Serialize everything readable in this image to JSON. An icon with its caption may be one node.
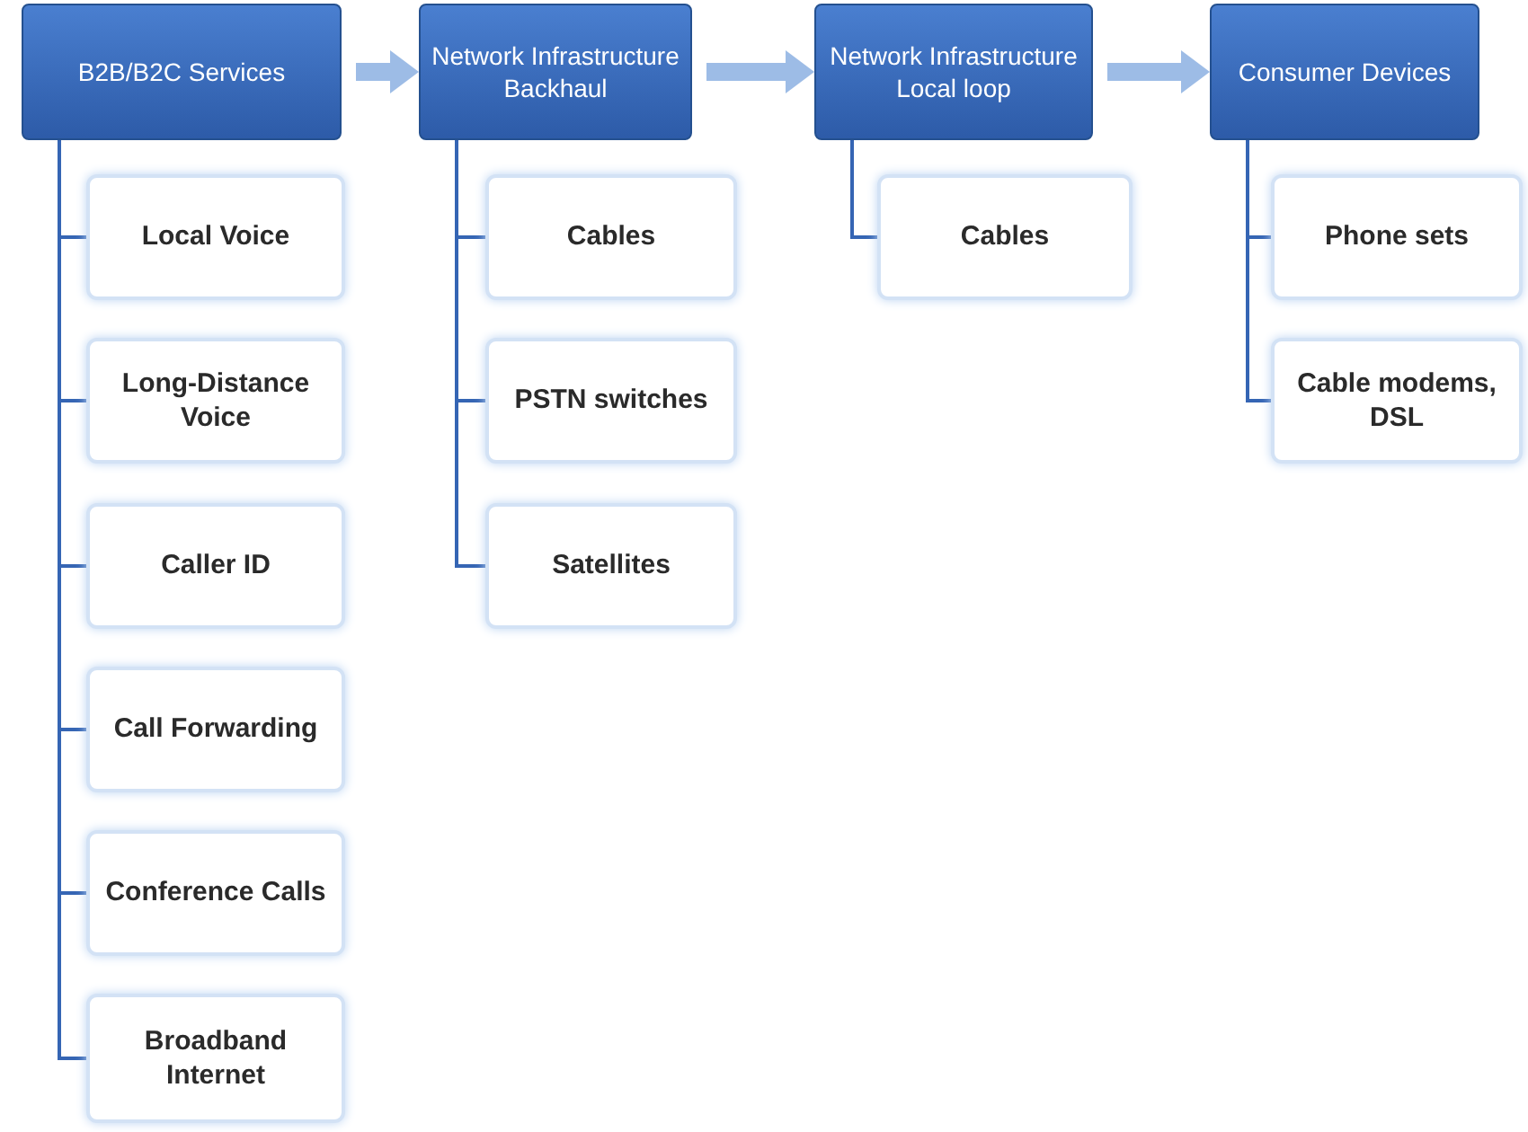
{
  "diagram": {
    "nodes": [
      {
        "text": [
          "B2B/B2C Services"
        ]
      },
      {
        "text": [
          "Local Voice"
        ]
      },
      {
        "text": [
          "Long-Distance Voice"
        ]
      },
      {
        "text": [
          "Caller ID"
        ]
      },
      {
        "text": [
          "Call Forwarding"
        ]
      },
      {
        "text": [
          "Conference Calls"
        ]
      },
      {
        "text": [
          "Broadband Internet"
        ]
      },
      {
        "text": [
          "Network Infrastructure Backhaul"
        ]
      },
      {
        "text": [
          "Cables"
        ]
      },
      {
        "text": [
          "PSTN switches"
        ]
      },
      {
        "text": [
          "Satellites"
        ]
      },
      {
        "text": [
          "Network Infrastructure Local loop"
        ]
      },
      {
        "text": [
          "Cables"
        ]
      },
      {
        "text": [
          "Consumer Devices"
        ]
      },
      {
        "text": [
          "Phone sets"
        ]
      },
      {
        "text": [
          "Cable modems, DSL"
        ]
      }
    ],
    "edges": [
      {
        "from": 0,
        "to": 7,
        "arrow": "to",
        "style": "thick",
        "color": "#9dbce6"
      },
      {
        "from": 7,
        "to": 11,
        "arrow": "to",
        "style": "thick",
        "color": "#9dbce6"
      },
      {
        "from": 11,
        "to": 13,
        "arrow": "to",
        "style": "thick",
        "color": "#9dbce6"
      },
      {
        "from": 0,
        "to": 1,
        "arrow": "none"
      },
      {
        "from": 0,
        "to": 2,
        "arrow": "none"
      },
      {
        "from": 0,
        "to": 3,
        "arrow": "none"
      },
      {
        "from": 0,
        "to": 4,
        "arrow": "none"
      },
      {
        "from": 0,
        "to": 5,
        "arrow": "none"
      },
      {
        "from": 0,
        "to": 6,
        "arrow": "none"
      },
      {
        "from": 7,
        "to": 8,
        "arrow": "none"
      },
      {
        "from": 7,
        "to": 9,
        "arrow": "none"
      },
      {
        "from": 7,
        "to": 10,
        "arrow": "none"
      },
      {
        "from": 11,
        "to": 12,
        "arrow": "none"
      },
      {
        "from": 13,
        "to": 14,
        "arrow": "none"
      },
      {
        "from": 13,
        "to": 15,
        "arrow": "none"
      }
    ]
  }
}
